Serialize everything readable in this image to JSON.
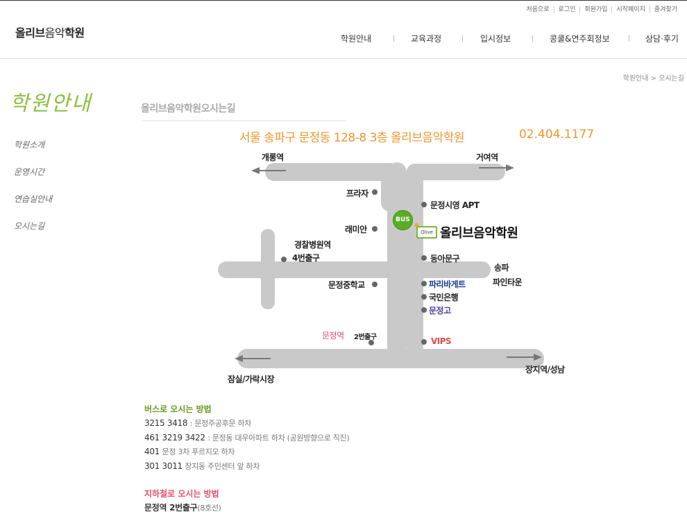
{
  "header": {
    "logo": {
      "part1": "올리브",
      "part2": "음악",
      "part3": "학원"
    },
    "util_links": [
      "처음으로",
      "로그인",
      "회원가입",
      "시작페이지",
      "즐겨찾기"
    ],
    "gnb": [
      "학원안내",
      "교육과정",
      "입시정보",
      "콩쿨&연주회정보",
      "상담·후기"
    ]
  },
  "breadcrumb": "학원안내 > 오시는길",
  "sidebar": {
    "title": "학원안내",
    "items": [
      "학원소개",
      "운영시간",
      "연습실안내",
      "오시는길"
    ]
  },
  "content": {
    "section_title": "올리브음악학원오시는길",
    "address": "서울 송파구 문정동 128-8 3층 올리브음악학원",
    "phone": "02.404.1177",
    "map": {
      "directions": {
        "top_left": "개롱역",
        "top_right": "거여역",
        "bottom_left": "잠실/가락시장",
        "bottom_right": "장지역/성남",
        "right_line1": "송파",
        "right_line2": "파인타운"
      },
      "places": {
        "prazza": "프라자",
        "raemian": "래미안",
        "police_line1": "경찰병원역",
        "police_line2": "4번출구",
        "munjeong_mid": "문정중학교",
        "munjeong_station": "문정역",
        "exit2": "2번출구",
        "apt": "문정시영 APT",
        "donga": "동아문구",
        "paris": "파리바게트",
        "kookmin": "국민은행",
        "munjeong_high": "문정고",
        "vips": "VIPS"
      },
      "bus_label": "BUS",
      "olive_icon": "Olive",
      "academy_name": "올리브음악학원"
    },
    "guide": {
      "bus_title": "버스로 오시는 방법",
      "bus": [
        {
          "route": "3215  3418",
          "desc": ": 문정주공후문 하차"
        },
        {
          "route": "461  3219 3422",
          "desc": ": 문정동 대우아파트 하차 (공원방향으로 직진)"
        },
        {
          "route": "401",
          "desc": "문정 3차 푸르지오 하차"
        },
        {
          "route": "301  3011",
          "desc": "장지동 주민센터 앞 하차"
        }
      ],
      "subway_title": "지하철로 오시는 방법",
      "subway": {
        "station": "문정역 2번출구",
        "line": "(8호선)"
      }
    },
    "colors": {
      "accent_green": "#8cbf3f",
      "accent_orange": "#f0962d",
      "road": "#c9c9c9"
    }
  }
}
